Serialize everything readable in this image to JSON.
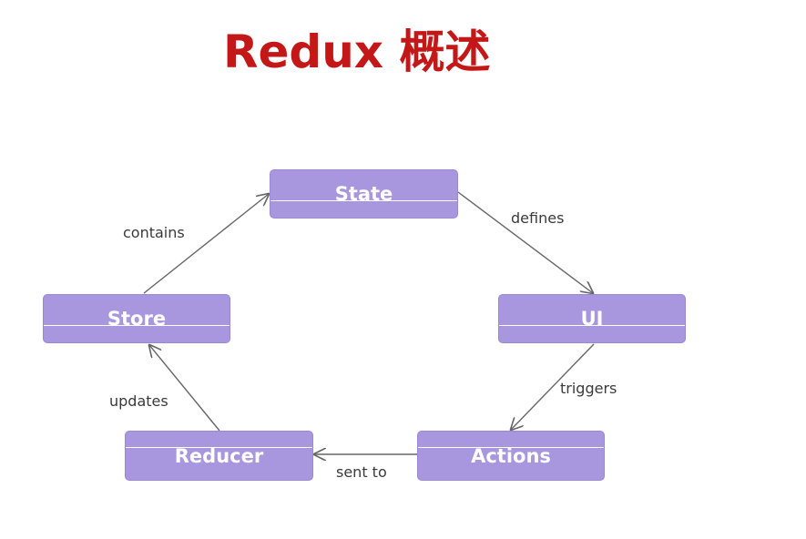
{
  "title": "Redux 概述",
  "diagram": {
    "node_color": "#a896df",
    "edge_color": "#666666",
    "title_color": "#c41818",
    "nodes": {
      "state": "State",
      "ui": "UI",
      "actions": "Actions",
      "reducer": "Reducer",
      "store": "Store"
    },
    "edges": {
      "defines": "defines",
      "triggers": "triggers",
      "sent_to": "sent to",
      "updates": "updates",
      "contains": "contains"
    }
  }
}
